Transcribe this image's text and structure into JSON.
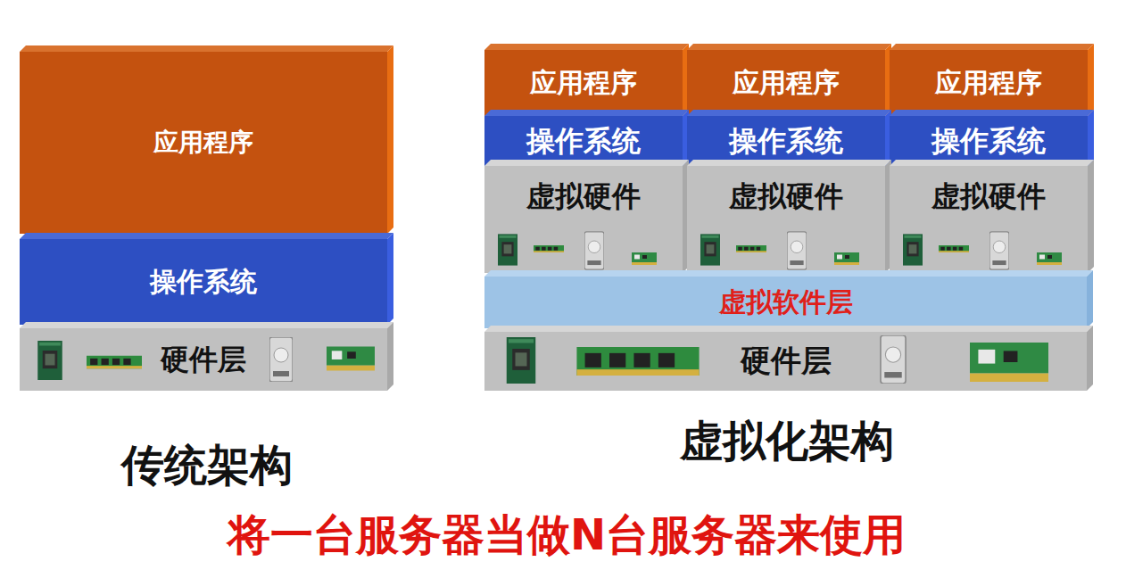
{
  "diagram": {
    "caption": "将一台服务器当做N台服务器来使用",
    "nodes": [
      {
        "text": [
          "应用程序"
        ]
      },
      {
        "text": [
          "操作系统"
        ]
      },
      {
        "text": [
          "硬件层"
        ]
      },
      {
        "text": [
          "应用程序"
        ]
      },
      {
        "text": [
          "应用程序"
        ]
      },
      {
        "text": [
          "应用程序"
        ]
      },
      {
        "text": [
          "操作系统"
        ]
      },
      {
        "text": [
          "操作系统"
        ]
      },
      {
        "text": [
          "操作系统"
        ]
      },
      {
        "text": [
          "虚拟硬件"
        ]
      },
      {
        "text": [
          "虚拟硬件"
        ]
      },
      {
        "text": [
          "虚拟硬件"
        ]
      },
      {
        "text": [
          "虚拟软件层"
        ]
      },
      {
        "text": [
          "硬件层"
        ]
      }
    ],
    "labels": [
      "传统架构",
      "虚拟化架构"
    ]
  }
}
